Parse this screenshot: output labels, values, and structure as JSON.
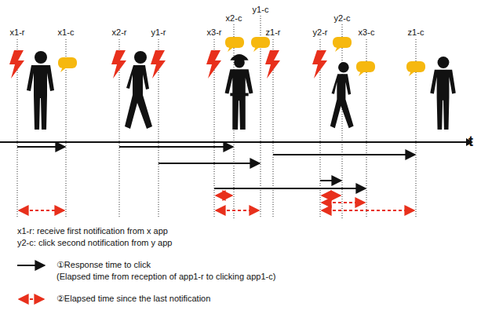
{
  "diagram": {
    "labels": [
      "y1-c",
      "x2-c",
      "y2-c",
      "x1-r",
      "x1-c",
      "x2-r",
      "y1-r",
      "x3-r",
      "z1-r",
      "y2-r",
      "x3-c",
      "z1-c",
      "t",
      "x1-r: receive first notification from x app",
      "y2-c: click second notification from y app",
      "(Elapsed time from reception of app1-r to clicking app1-c)"
    ],
    "legend": [
      {
        "text": "①Response time to click"
      },
      {
        "text": "②Elapsed time since the last notification"
      }
    ]
  }
}
